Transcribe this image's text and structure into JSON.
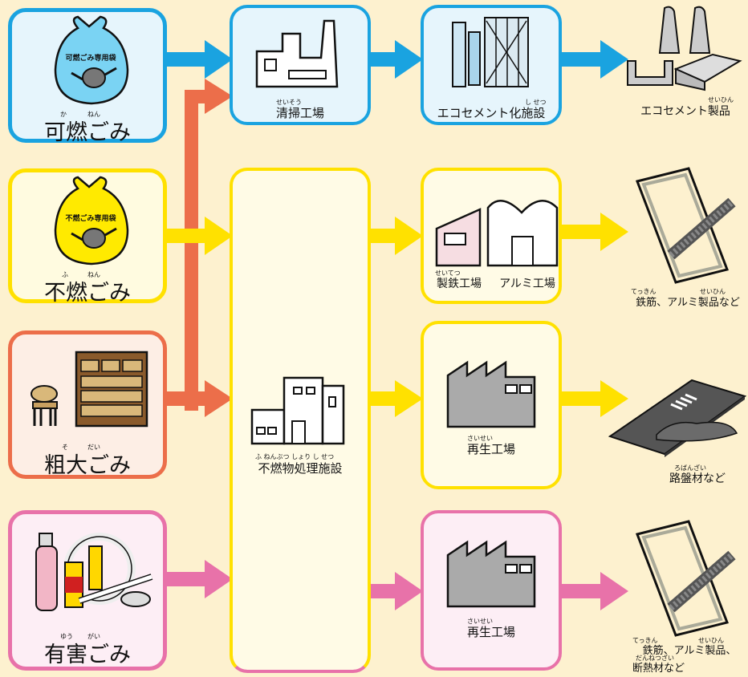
{
  "categories": {
    "combustible": {
      "label": "可燃ごみ",
      "ruby_ka": "か",
      "ruby_nen": "ねん",
      "bag_text": "可燃ごみ専用袋"
    },
    "noncombustible": {
      "label": "不燃ごみ",
      "ruby_fu": "ふ",
      "ruby_nen": "ねん",
      "bag_text": "不燃ごみ専用袋"
    },
    "bulky": {
      "label": "粗大ごみ",
      "ruby_so": "そ",
      "ruby_dai": "だい"
    },
    "hazardous": {
      "label": "有害ごみ",
      "ruby_yuu": "ゆう",
      "ruby_gai": "がい"
    }
  },
  "facilities": {
    "cleaning_plant": {
      "label": "清掃工場",
      "ruby": "せいそう"
    },
    "ecocement_plant": {
      "label": "エコセメント化施設",
      "ruby": "し せつ"
    },
    "noncombustible_plant": {
      "label": "不燃物処理施設",
      "ruby": "ふ ねんぶつ しょり し せつ"
    },
    "steel_plant": {
      "label": "製鉄工場",
      "ruby": "せいてつ"
    },
    "aluminum_plant": {
      "label": "アルミ工場"
    },
    "recycle_plant_1": {
      "label": "再生工場",
      "ruby": "さいせい"
    },
    "recycle_plant_2": {
      "label": "再生工場",
      "ruby": "さいせい"
    }
  },
  "products": {
    "ecocement": {
      "label": "エコセメント製品",
      "ruby": "せいひん"
    },
    "steel_alum": {
      "label": "鉄筋、アルミ製品など",
      "ruby_tekkin": "てっきん",
      "ruby_seihin": "せいひん"
    },
    "road": {
      "label": "路盤材など",
      "ruby": "ろばんざい"
    },
    "steel_alum_insul": {
      "label_line1": "鉄筋、アルミ製品、",
      "label_line2": "断熱材など",
      "ruby_tekkin": "てっきん",
      "ruby_seihin": "せいひん",
      "ruby_dannetsu": "だんねつざい"
    }
  },
  "colors": {
    "blue": "#1aa3e0",
    "yellow": "#ffe100",
    "orange": "#ec6e4a",
    "pink": "#e872a9",
    "bg": "#fdf1cf"
  }
}
